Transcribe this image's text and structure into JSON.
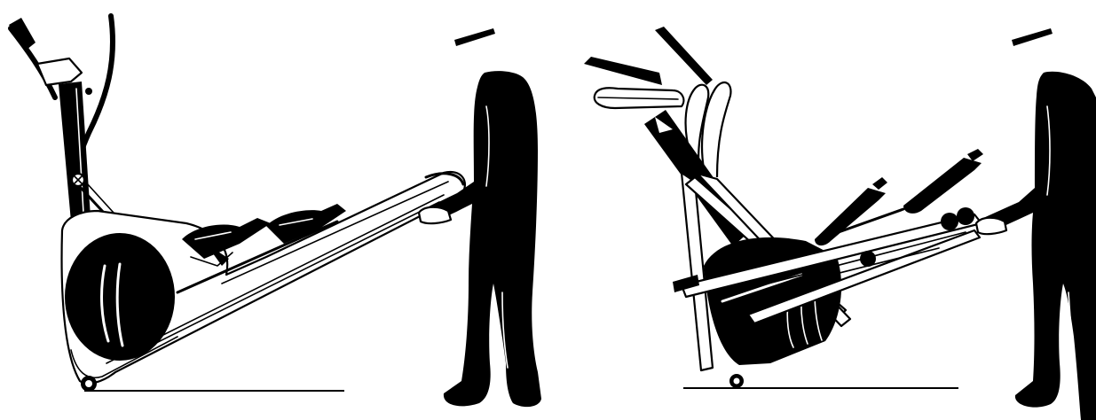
{
  "figure": {
    "panels": [
      {
        "id": "left",
        "subject": "elliptical-trainer-side-view",
        "person": "person-tilting-trainer"
      },
      {
        "id": "right",
        "subject": "elliptical-trainer-folded-view",
        "person": "person-tilting-trainer"
      }
    ],
    "colors": {
      "ink": "#000000",
      "paper": "#ffffff"
    }
  }
}
